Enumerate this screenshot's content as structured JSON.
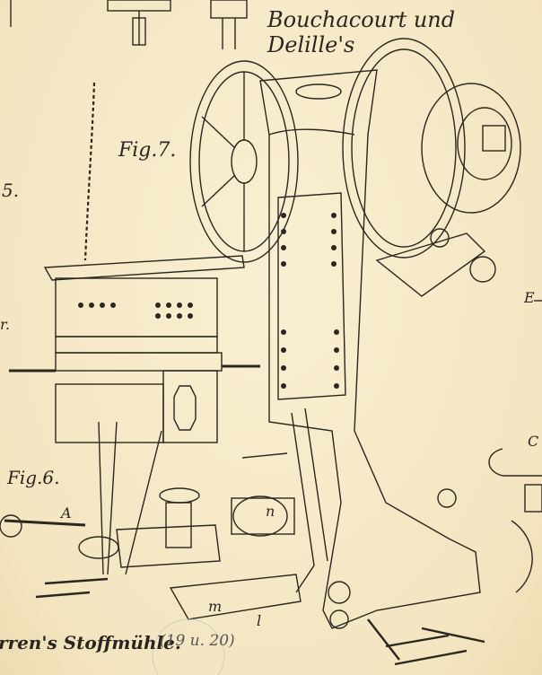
{
  "header": {
    "title": "Bouchacourt und Delille's"
  },
  "footer": {
    "subtitle": "rren's Stoffmühle.",
    "pages": "(19 u. 20)"
  },
  "figures": {
    "fig7": "Fig.7.",
    "fig6": "Fig.6."
  },
  "part_labels": {
    "five": "5.",
    "r": "r.",
    "A": "A",
    "n": "n",
    "m": "m",
    "l": "l",
    "E": "E",
    "C": "C"
  }
}
